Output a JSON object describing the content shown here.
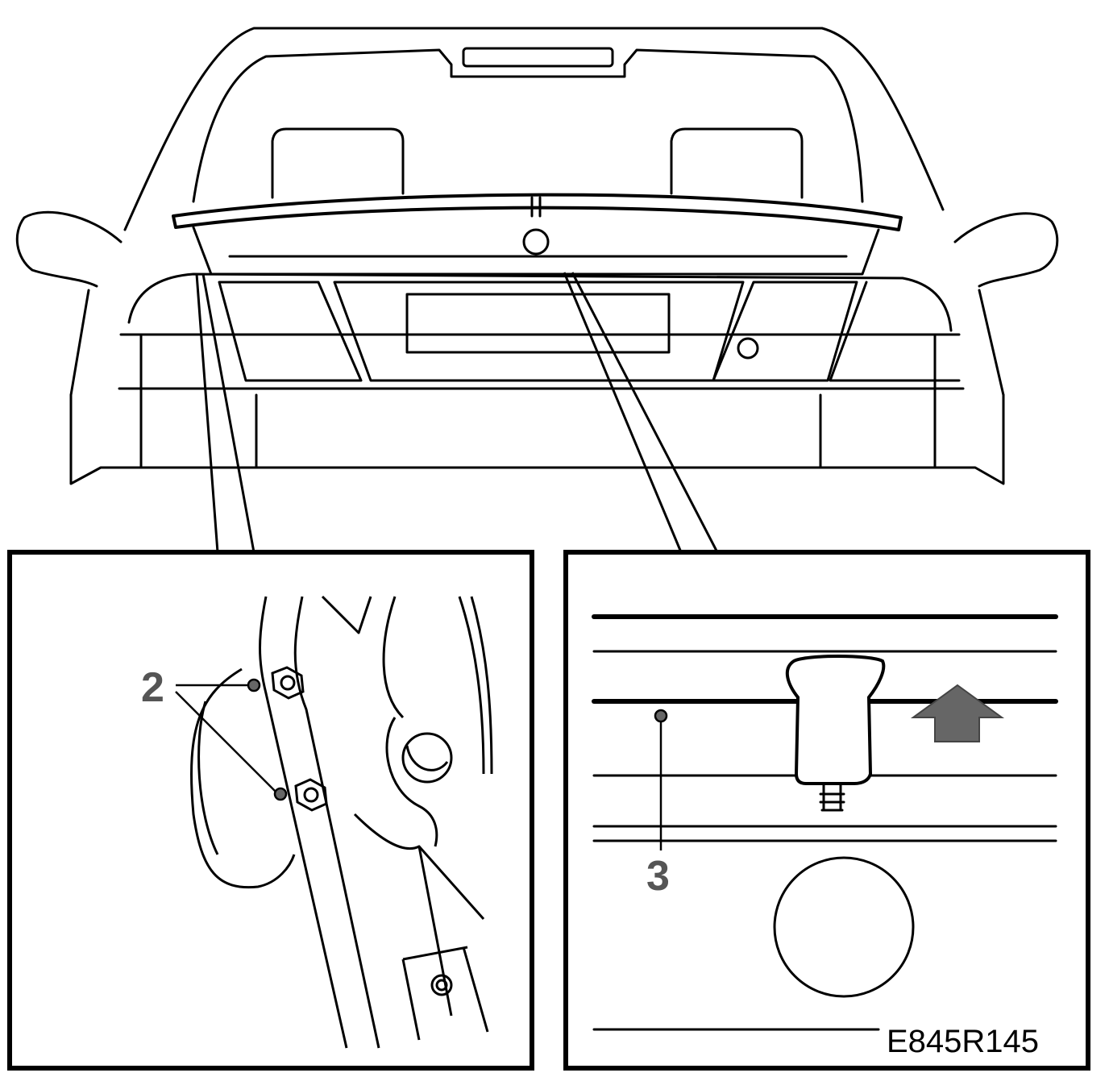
{
  "labels": {
    "callout_2": "2",
    "callout_3": "3",
    "figure_code": "E845R145"
  },
  "colors": {
    "line": "#000000",
    "background": "#ffffff",
    "callout_text": "#555555",
    "arrow_fill": "#666666"
  },
  "icons": {
    "lift_direction": "up-arrow-icon"
  }
}
